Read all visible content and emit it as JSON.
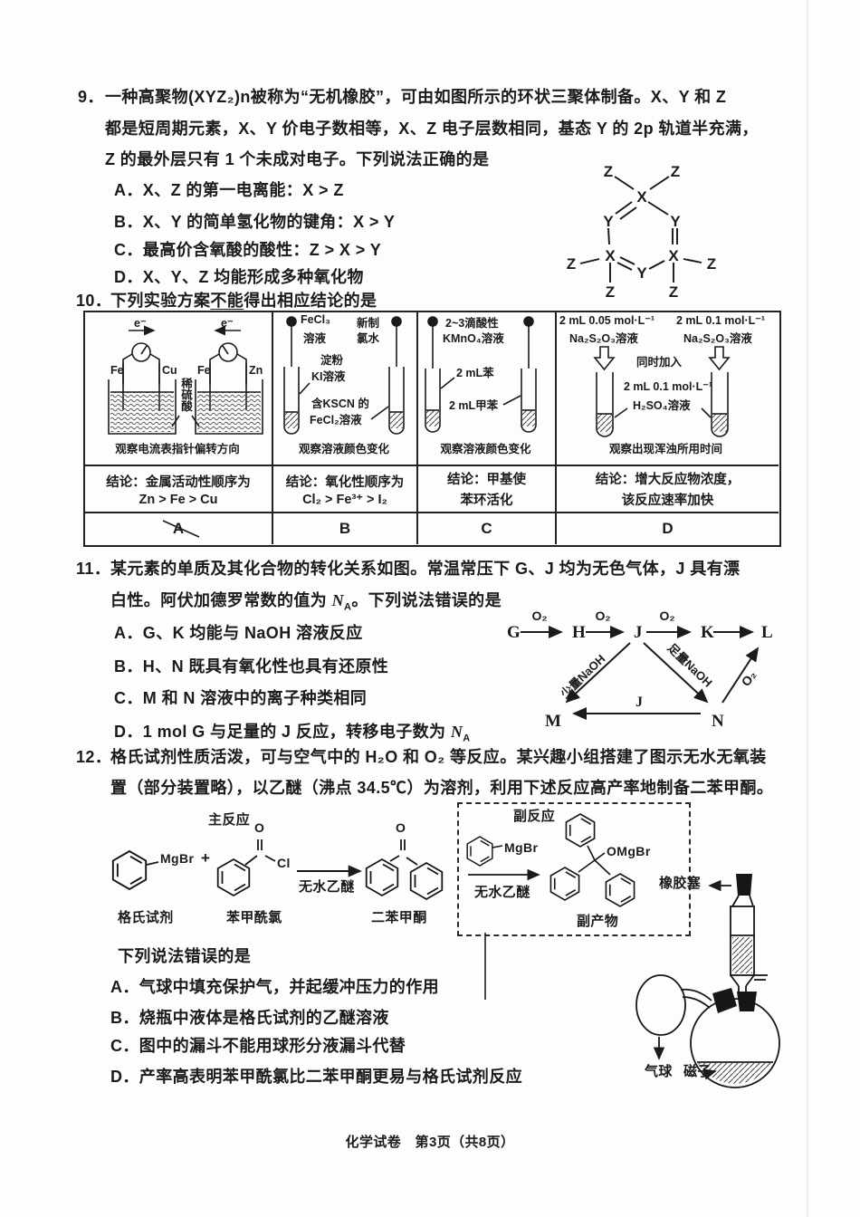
{
  "footer": "化学试卷　第3页（共8页）",
  "q9": {
    "num": "9．",
    "line1": "一种高聚物(XYZ₂)n被称为“无机橡胶”，可由如图所示的环状三聚体制备。X、Y 和 Z",
    "line2": "都是短周期元素，X、Y 价电子数相等，X、Z 电子层数相同，基态 Y 的 2p 轨道半充满，",
    "line3": "Z 的最外层只有 1 个未成对电子。下列说法正确的是",
    "opts": [
      "A．X、Z 的第一电离能：X > Z",
      "B．X、Y 的简单氢化物的键角：X > Y",
      "C．最高价含氧酸的酸性：Z > X > Y",
      "D．X、Y、Z 均能形成多种氧化物"
    ],
    "ring": {
      "x": "X",
      "y": "Y",
      "z": "Z"
    }
  },
  "q10": {
    "num": "10．",
    "head_pre": "下列实验方案",
    "head_u": "不能",
    "head_post": "得出相应结论的是",
    "colA": {
      "e_left": "e⁻",
      "e_right": "e⁻",
      "fe1": "Fe",
      "cu": "Cu",
      "fe2": "Fe",
      "zn": "Zn",
      "acid": "稀硫酸",
      "caption": "观察电流表指针偏转方向",
      "conc1": "结论：金属活动性顺序为",
      "conc2": "Zn > Fe > Cu",
      "letter": "A"
    },
    "colB": {
      "drop1a": "FeCl₃",
      "drop1b": "溶液",
      "drop2a": "新制",
      "drop2b": "氯水",
      "tube1a": "淀粉",
      "tube1b": "KI溶液",
      "tube2a": "含KSCN 的",
      "tube2b": "FeCl₂溶液",
      "caption": "观察溶液颜色变化",
      "conc1": "结论：氧化性顺序为",
      "conc2": "Cl₂ > Fe³⁺ > I₂",
      "letter": "B"
    },
    "colC": {
      "topa": "2~3滴酸性",
      "topb": "KMnO₄溶液",
      "tube1": "2 mL苯",
      "tube2": "2 mL甲苯",
      "caption": "观察溶液颜色变化",
      "conc1": "结论：甲基使",
      "conc2": "苯环活化",
      "letter": "C"
    },
    "colD": {
      "l1a": "2 mL 0.05 mol·L⁻¹",
      "l1b": "Na₂S₂O₃溶液",
      "l2a": "2 mL 0.1 mol·L⁻¹",
      "l2b": "Na₂S₂O₃溶液",
      "mid": "同时加入",
      "tubea": "2 mL 0.1 mol·L⁻¹",
      "tubeb": "H₂SO₄溶液",
      "caption": "观察出现浑浊所用时间",
      "conc1": "结论：增大反应物浓度，",
      "conc2": "该反应速率加快",
      "letter": "D"
    }
  },
  "q11": {
    "num": "11．",
    "line1": "某元素的单质及其化合物的转化关系如图。常温常压下 G、J 均为无色气体，J 具有漂",
    "line2_pre": "白性。阿伏加德罗常数的值为 ",
    "n_sym": "N",
    "n_sub": "A",
    "line2_post": "。下列说法错误的是",
    "optA": "A．G、K 均能与 NaOH 溶液反应",
    "optB": "B．H、N 既具有氧化性也具有还原性",
    "optC": "C．M 和 N 溶液中的离子种类相同",
    "optD_pre": "D．1 mol G 与足量的 J 反应，转移电子数为 ",
    "diagram": {
      "g": "G",
      "h": "H",
      "j": "J",
      "k": "K",
      "l": "L",
      "m": "M",
      "n": "N",
      "o2": "O₂",
      "shao": "少量NaOH",
      "zu": "足量NaOH",
      "jlab": "J"
    }
  },
  "q12": {
    "num": "12．",
    "line1": "格氏试剂性质活泼，可与空气中的 H₂O 和 O₂ 等反应。某兴趣小组搭建了图示无水无氧装",
    "line2": "置（部分装置略），以乙醚（沸点 34.5℃）为溶剂，利用下述反应高产率地制备二苯甲酮。",
    "main_label": "主反应",
    "side_label": "副反应",
    "mgbr": "MgBr",
    "plus": "+",
    "o": "O",
    "cl": "Cl",
    "ether": "无水乙醚",
    "omgbr": "OMgBr",
    "lab_grignard": "格氏试剂",
    "lab_chloride": "苯甲酰氯",
    "lab_ketone": "二苯甲酮",
    "lab_byproduct": "副产物",
    "lab_stopper": "橡胶塞",
    "lab_balloon": "气球",
    "lab_stirbar": "磁子",
    "ask": "下列说法错误的是",
    "optA": "A．气球中填充保护气，并起缓冲压力的作用",
    "optB": "B．烧瓶中液体是格氏试剂的乙醚溶液",
    "optC": "C．图中的漏斗不能用球形分液漏斗代替",
    "optD": "D．产率高表明苯甲酰氯比二苯甲酮更易与格氏试剂反应"
  }
}
